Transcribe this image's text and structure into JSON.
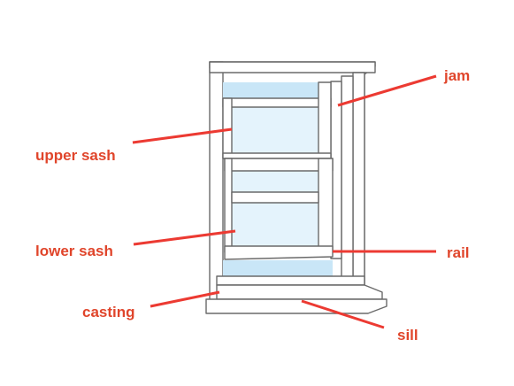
{
  "labels": {
    "jam": "jam",
    "upper_sash": "upper sash",
    "lower_sash": "lower sash",
    "rail": "rail",
    "casting": "casting",
    "sill": "sill"
  },
  "colors": {
    "label_text": "#e0452b",
    "leader_line": "#ec3a32",
    "frame_stroke": "#6a6a6a",
    "frame_fill": "#ffffff",
    "glass": "#c9e6f7",
    "glass_light": "#e4f3fc",
    "trim_shadow": "#dcdcdc"
  }
}
